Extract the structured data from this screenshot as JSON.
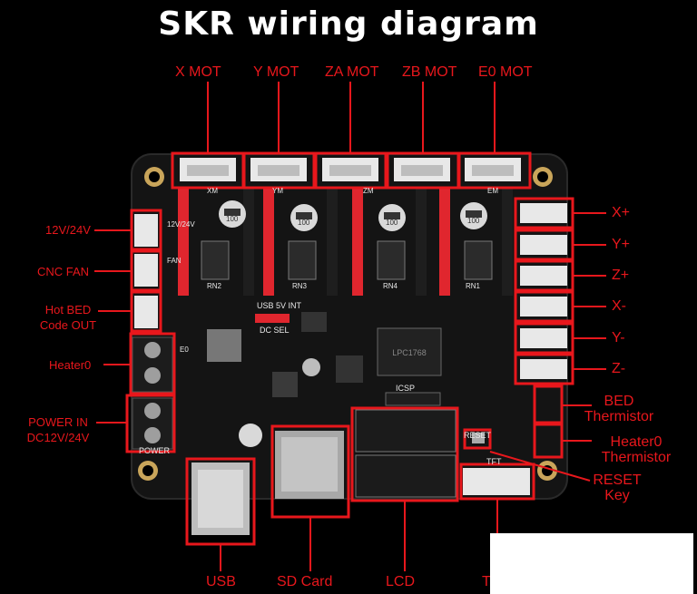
{
  "title": "SKR wiring diagram",
  "labels": {
    "x_mot": "X MOT",
    "y_mot": "Y MOT",
    "za_mot": "ZA MOT",
    "zb_mot": "ZB MOT",
    "e0_mot": "E0 MOT",
    "v12_24": "12V/24V",
    "cnc_fan": "CNC FAN",
    "hot_bed_1": "Hot BED",
    "hot_bed_2": "Code OUT",
    "heater0": "Heater0",
    "power_in_1": "POWER IN",
    "power_in_2": "DC12V/24V",
    "x_plus": "X+",
    "y_plus": "Y+",
    "z_plus": "Z+",
    "x_minus": "X-",
    "y_minus": "Y-",
    "z_minus": "Z-",
    "bed_therm_1": "BED",
    "bed_therm_2": "Thermistor",
    "heater0_therm_1": "Heater0",
    "heater0_therm_2": "Thermistor",
    "reset_key_1": "RESET",
    "reset_key_2": "Key",
    "usb": "USB",
    "sd_card": "SD Card",
    "lcd": "LCD",
    "t_partial": "T"
  },
  "silkscreen": {
    "usb_5v_int": "USB 5V INT",
    "dc_sel": "DC SEL",
    "icsp": "ICSP",
    "reset": "RESET",
    "power": "POWER",
    "tft": "TFT",
    "driver_xm": "XM",
    "driver_ym": "YM",
    "driver_zm": "ZM",
    "driver_em": "EM",
    "rn2": "RN2",
    "rn3": "RN3",
    "rn4": "RN4",
    "rn1": "RN1",
    "cap_1": "100",
    "cap_2": "100",
    "cap_3": "100",
    "cap_4": "100",
    "mcu": "LPC1768",
    "fan": "FAN",
    "v1224": "12V/24V",
    "e0": "E0"
  },
  "colors": {
    "callout": "#e8171c",
    "board": "#141414",
    "header_red": "#e0262e",
    "connector_white": "#e8e8e8"
  }
}
